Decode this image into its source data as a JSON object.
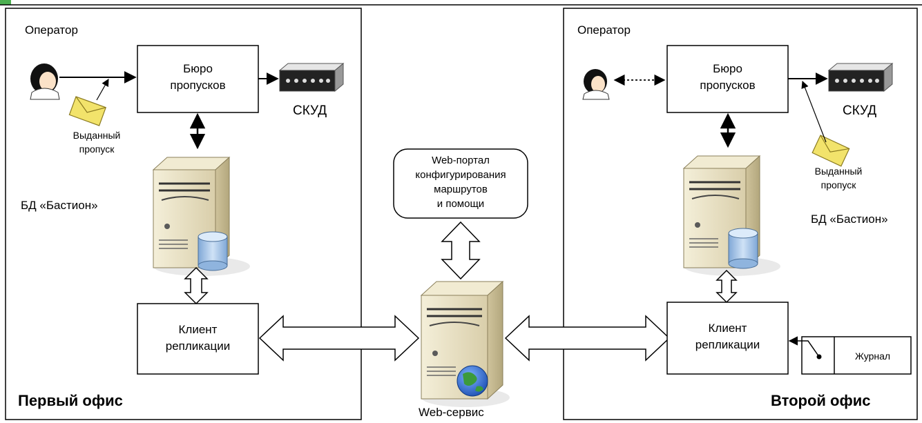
{
  "office1": {
    "title": "Первый офис",
    "operator": "Оператор",
    "bureau_line1": "Бюро",
    "bureau_line2": "пропусков",
    "skud": "СКУД",
    "pass_line1": "Выданный",
    "pass_line2": "пропуск",
    "db": "БД «Бастион»",
    "client_line1": "Клиент",
    "client_line2": "репликации"
  },
  "office2": {
    "title": "Второй офис",
    "operator": "Оператор",
    "bureau_line1": "Бюро",
    "bureau_line2": "пропусков",
    "skud": "СКУД",
    "pass_line1": "Выданный",
    "pass_line2": "пропуск",
    "db": "БД «Бастион»",
    "client_line1": "Клиент",
    "client_line2": "репликации",
    "journal": "Журнал"
  },
  "center": {
    "portal_line1": "Web-портал",
    "portal_line2": "конфигурирования",
    "portal_line3": "маршрутов",
    "portal_line4": "и помощи",
    "service": "Web-сервис"
  },
  "colors": {
    "line": "#000000",
    "server_body": "#e8e0c4",
    "server_shade": "#c9bd95",
    "db_cylinder": "#a9c7e8",
    "envelope": "#f2e36b",
    "globe_blue": "#2a63c9",
    "globe_green": "#3c9a3c",
    "corner_mark": "#4caf50"
  }
}
